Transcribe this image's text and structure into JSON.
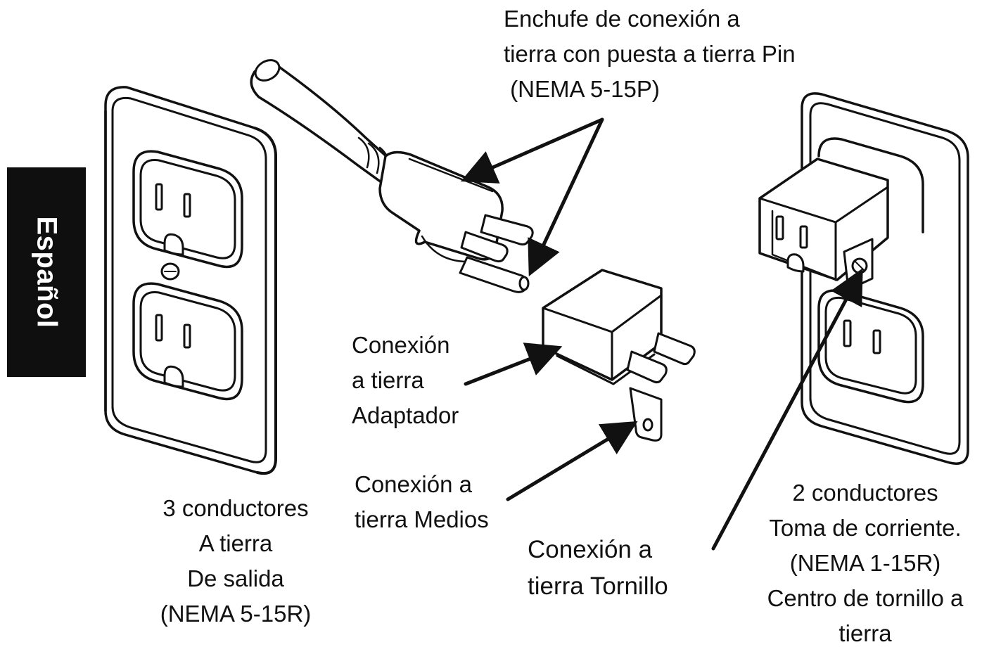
{
  "side_tab": {
    "label": "Español",
    "color": "#0f0f0f"
  },
  "labels": {
    "grounding_plug": {
      "lines": [
        "Enchufe de conexión a",
        "tierra con puesta a tierra Pin",
        " (NEMA 5-15P)"
      ]
    },
    "grounding_adapter": {
      "lines": [
        "Conexión",
        "a tierra",
        "Adaptador"
      ]
    },
    "grounding_means": {
      "lines": [
        "Conexión a",
        "tierra Medios"
      ]
    },
    "grounding_screw": {
      "lines": [
        "Conexión a",
        "tierra Tornillo"
      ]
    },
    "three_wire_outlet": {
      "lines": [
        "3 conductores",
        "A tierra",
        "De salida",
        "(NEMA 5-15R)"
      ]
    },
    "two_wire_outlet": {
      "lines": [
        "2 conductores",
        "Toma de corriente.",
        "(NEMA 1-15R)",
        "Centro de tornillo a",
        "tierra"
      ]
    }
  },
  "icons": [
    "three-prong-duplex-outlet-icon",
    "grounded-plug-icon",
    "grounding-adapter-icon",
    "two-prong-outlet-with-adapter-icon"
  ],
  "colors": {
    "ink": "#111111",
    "background": "#ffffff"
  }
}
